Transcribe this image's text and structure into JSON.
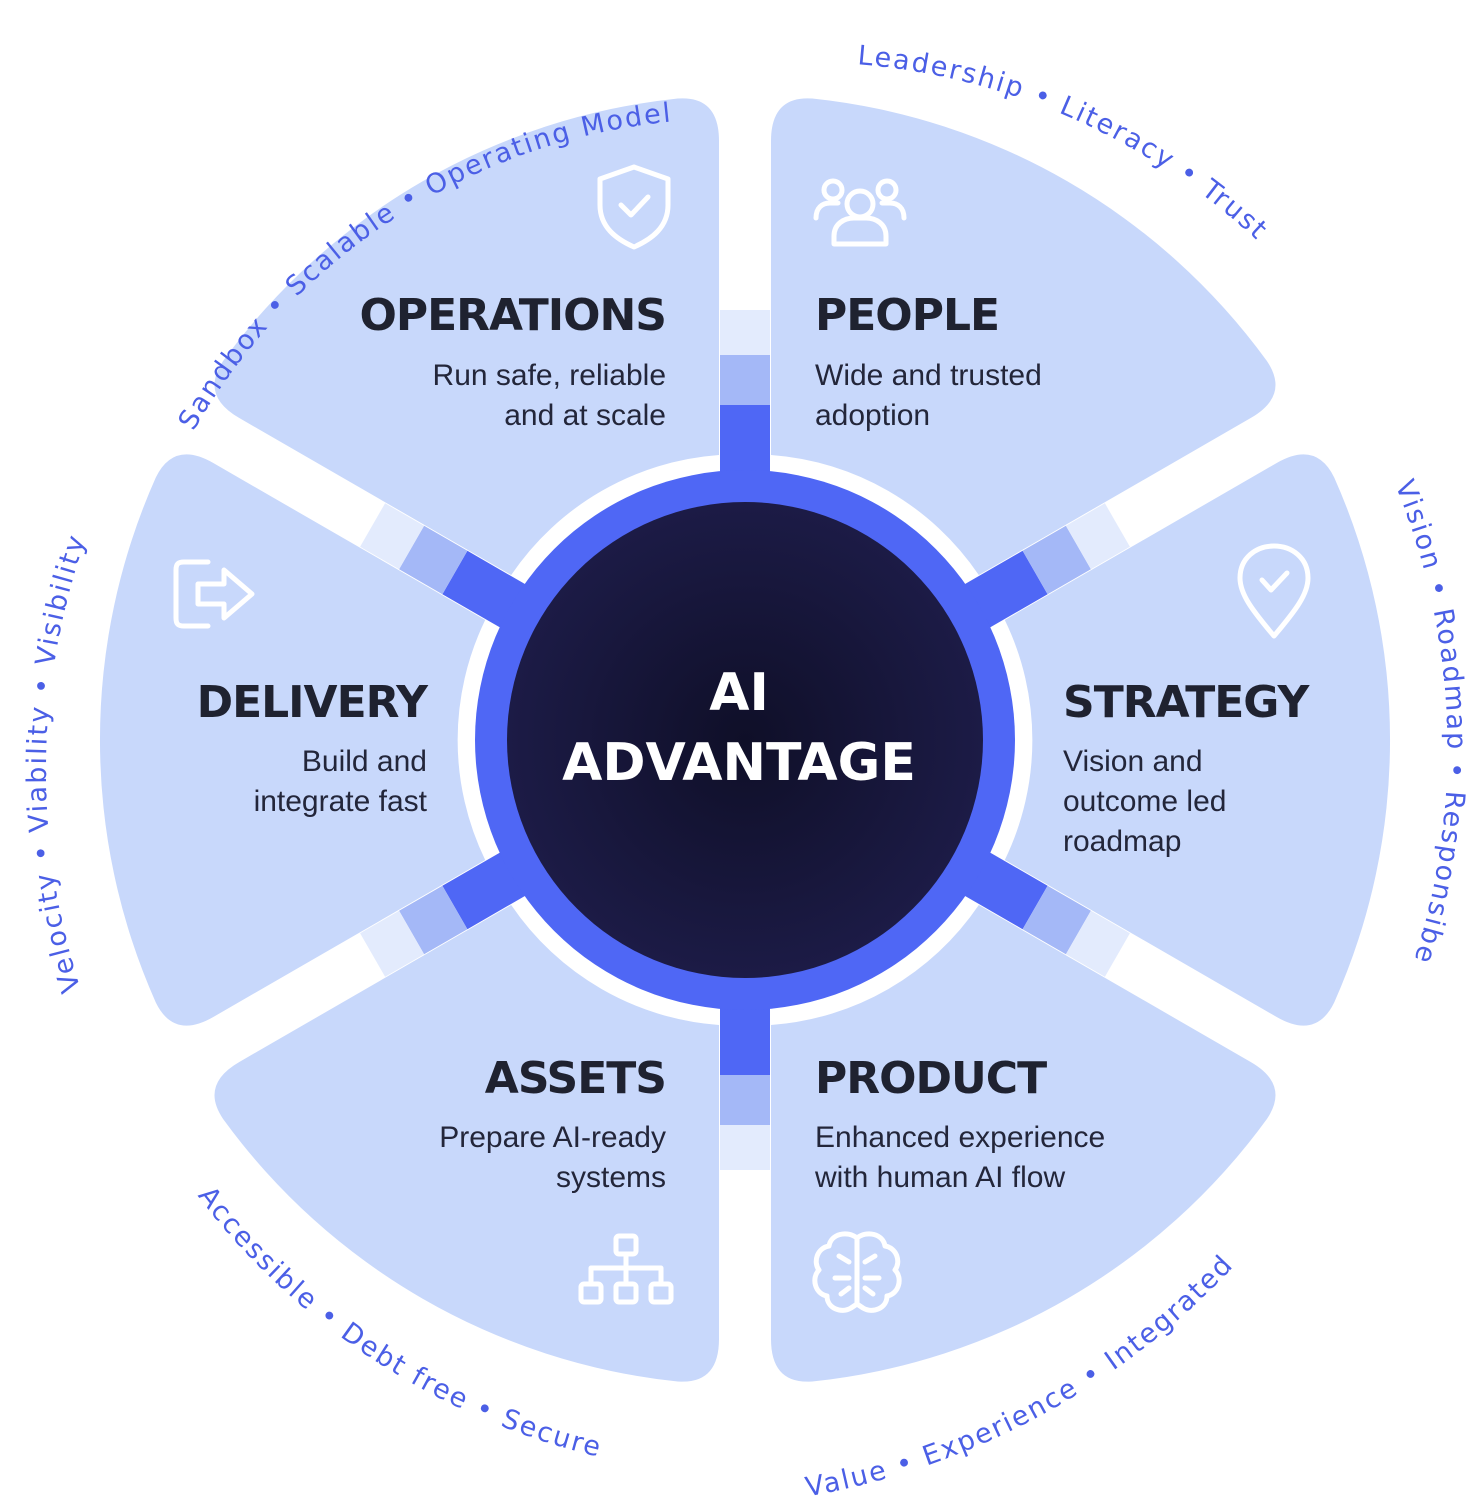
{
  "center": {
    "line1": "AI",
    "line2": "ADVANTAGE"
  },
  "segments": [
    {
      "id": "operations",
      "title": "OPERATIONS",
      "desc": [
        "Run safe, reliable",
        "and at scale"
      ],
      "icon": "shield-check-icon",
      "arc": "Sandbox  •  Scalable  •  Operating Model"
    },
    {
      "id": "people",
      "title": "PEOPLE",
      "desc": [
        "Wide and trusted",
        "adoption"
      ],
      "icon": "people-group-icon",
      "arc": "Leadership  •  Literacy  •  Trust"
    },
    {
      "id": "strategy",
      "title": "STRATEGY",
      "desc": [
        "Vision and",
        "outcome led",
        "roadmap"
      ],
      "icon": "location-pin-check-icon",
      "arc": "Vision  •  Roadmap  •  Responsibe"
    },
    {
      "id": "product",
      "title": "PRODUCT",
      "desc": [
        "Enhanced experience",
        "with human AI flow"
      ],
      "icon": "brain-circuit-icon",
      "arc": "Value  •  Experience  •  Integrated"
    },
    {
      "id": "assets",
      "title": "ASSETS",
      "desc": [
        "Prepare AI-ready",
        "systems"
      ],
      "icon": "hierarchy-icon",
      "arc": "Accessible  •  Debt free  •  Secure"
    },
    {
      "id": "delivery",
      "title": "DELIVERY",
      "desc": [
        "Build and",
        "integrate fast"
      ],
      "icon": "exit-arrow-icon",
      "arc": "Velocity  •  Viability  •  Visibility"
    }
  ],
  "colors": {
    "segment_fill": "#c8d8fb",
    "ring": "#4f67f5",
    "connector_mid": "#a4b8f7",
    "connector_light": "#e3ebfd",
    "center_dark": "#0f0f28",
    "center_mid": "#1c1b46",
    "arc_text": "#4b5fe6"
  }
}
